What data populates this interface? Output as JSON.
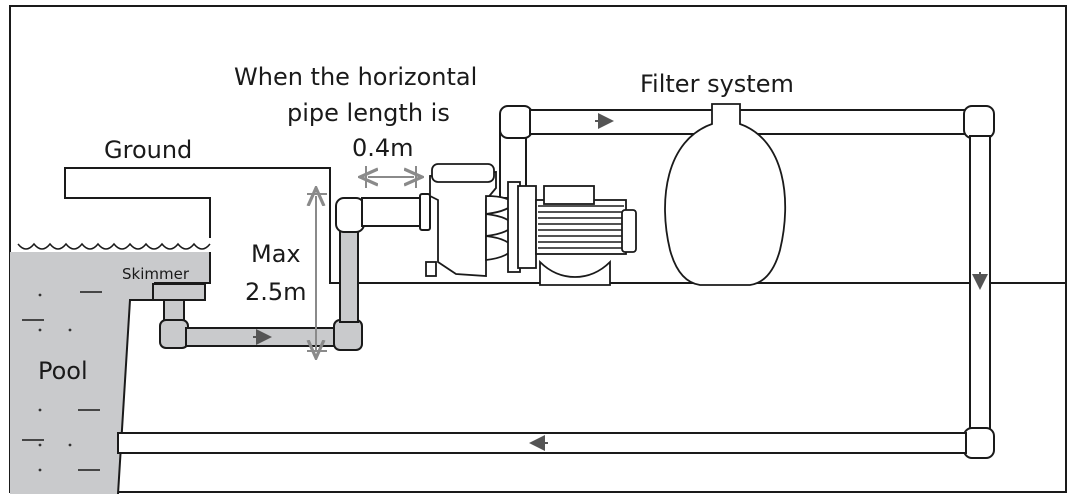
{
  "labels": {
    "ground": "Ground",
    "skimmer": "Skimmer",
    "pool": "Pool",
    "max_height_line1": "Max",
    "max_height_line2": "2.5m",
    "horizontal_line1": "When the horizontal",
    "horizontal_line2": "pipe length is",
    "horizontal_line3": "0.4m",
    "filter": "Filter system"
  },
  "colors": {
    "water": "#c9cacc",
    "outline": "#1a1a1a",
    "dimension": "#8a8a8a"
  },
  "flow_arrows": [
    "right",
    "right",
    "down",
    "left"
  ]
}
